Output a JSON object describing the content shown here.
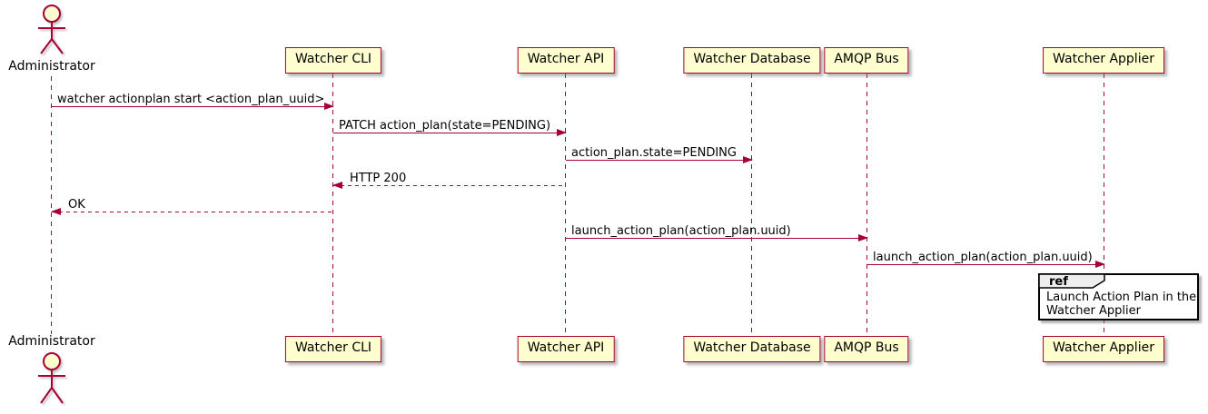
{
  "diagram": {
    "type": "sequence",
    "colors": {
      "accent": "#A80036",
      "participant_fill": "#FEFECE",
      "ref_tab_fill": "#EEEEEE"
    },
    "actors": {
      "top_label": "Administrator",
      "bottom_label": "Administrator"
    },
    "participants": [
      {
        "label": "Watcher CLI"
      },
      {
        "label": "Watcher API"
      },
      {
        "label": "Watcher Database"
      },
      {
        "label": "AMQP Bus"
      },
      {
        "label": "Watcher Applier"
      }
    ],
    "messages": [
      {
        "label": "watcher actionplan start <action_plan_uuid>",
        "from": "Administrator",
        "to": "Watcher CLI",
        "line": "solid"
      },
      {
        "label": "PATCH action_plan(state=PENDING)",
        "from": "Watcher CLI",
        "to": "Watcher API",
        "line": "solid"
      },
      {
        "label": "action_plan.state=PENDING",
        "from": "Watcher API",
        "to": "Watcher Database",
        "line": "solid"
      },
      {
        "label": "HTTP 200",
        "from": "Watcher API",
        "to": "Watcher CLI",
        "line": "dashed"
      },
      {
        "label": "OK",
        "from": "Watcher CLI",
        "to": "Administrator",
        "line": "dashed"
      },
      {
        "label": "launch_action_plan(action_plan.uuid)",
        "from": "Watcher API",
        "to": "AMQP Bus",
        "line": "solid"
      },
      {
        "label": "launch_action_plan(action_plan.uuid)",
        "from": "AMQP Bus",
        "to": "Watcher Applier",
        "line": "solid"
      }
    ],
    "ref": {
      "keyword": "ref",
      "line1": "Launch Action Plan in the",
      "line2": "Watcher Applier"
    }
  }
}
